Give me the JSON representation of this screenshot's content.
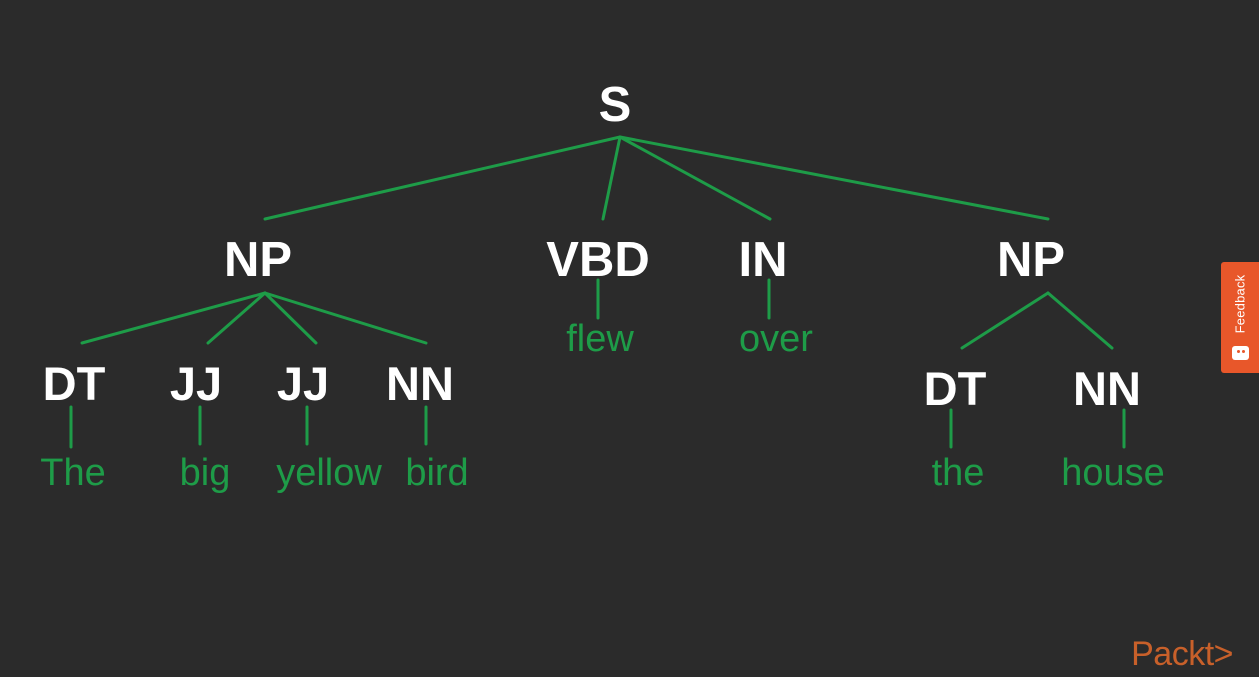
{
  "tree": {
    "root": "S",
    "phrases": [
      "NP",
      "VBD",
      "IN",
      "NP"
    ],
    "pos_tags": [
      "DT",
      "JJ",
      "JJ",
      "NN",
      "DT",
      "NN"
    ],
    "words": [
      "The",
      "big",
      "yellow",
      "bird",
      "flew",
      "over",
      "the",
      "house"
    ]
  },
  "feedback": {
    "label": "Feedback",
    "icon": "chat-face-icon"
  },
  "logo": {
    "text": "Packt>"
  },
  "colors": {
    "background": "#2b2b2b",
    "node_text": "#ffffff",
    "word_text": "#1e9c48",
    "edges": "#1e9c48",
    "feedback_tab": "#e8572a",
    "logo": "#c8602a"
  }
}
